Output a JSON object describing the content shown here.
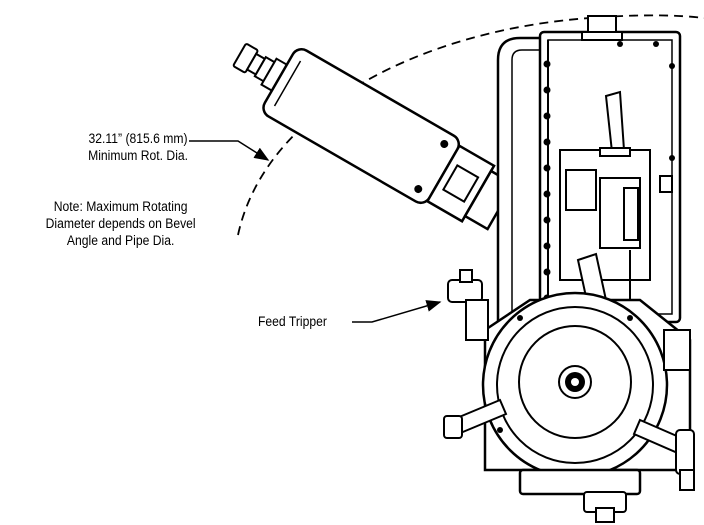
{
  "annotations": {
    "rotating_diameter": {
      "line1": "32.11” (815.6 mm)",
      "line2": "Minimum Rot. Dia."
    },
    "note": {
      "line1": "Note: Maximum Rotating",
      "line2": "Diameter depends on Bevel",
      "line3": "Angle and Pipe Dia."
    },
    "feed_tripper": {
      "label": "Feed Tripper"
    }
  },
  "colors": {
    "line": "#000000",
    "background": "#ffffff"
  }
}
